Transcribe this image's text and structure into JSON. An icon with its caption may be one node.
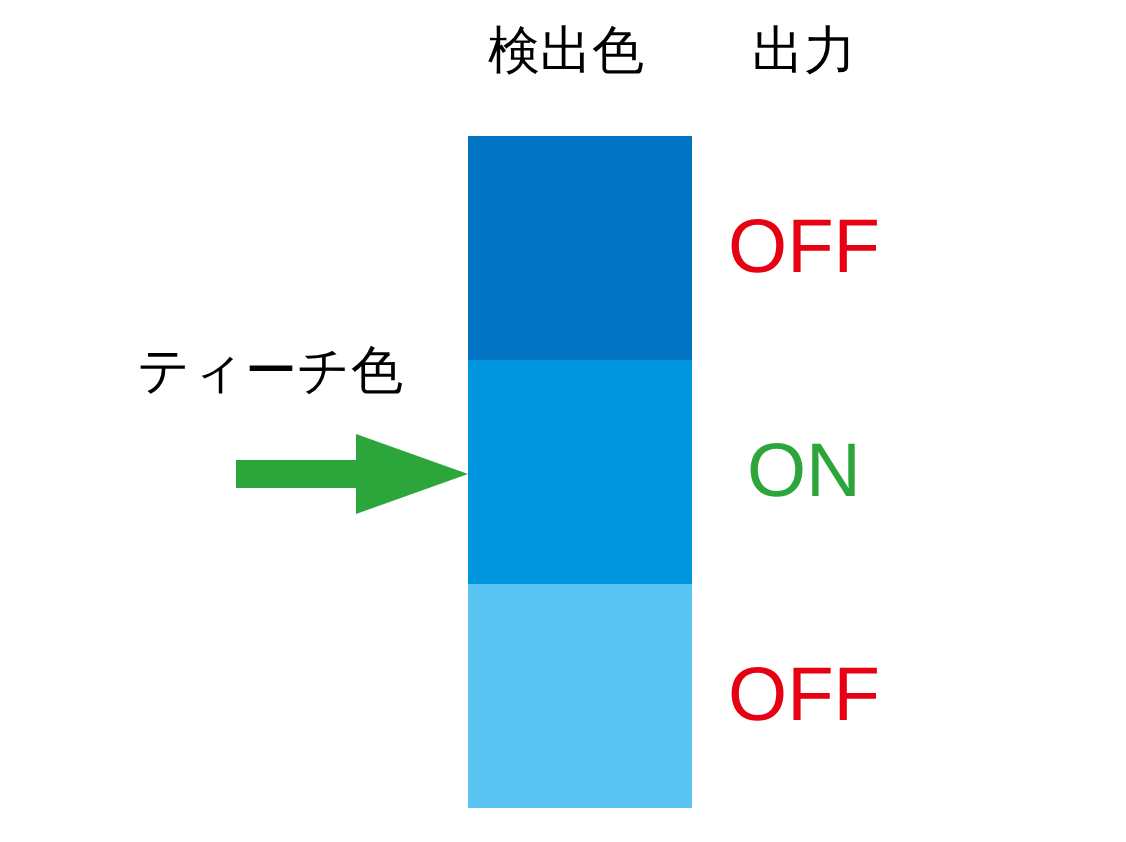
{
  "diagram": {
    "nodes": [
      {
        "text": [],
        "shape": "box",
        "beside": [
          "OFF"
        ]
      },
      {
        "text": [],
        "shape": "box",
        "beside": [
          "ON"
        ]
      },
      {
        "text": [],
        "shape": "box",
        "beside": [
          "OFF"
        ]
      }
    ],
    "edges": [
      {
        "from": null,
        "to": 1,
        "arrow": "to",
        "label": "ティーチ色"
      }
    ],
    "labels": [
      "検出色",
      "出力"
    ]
  }
}
